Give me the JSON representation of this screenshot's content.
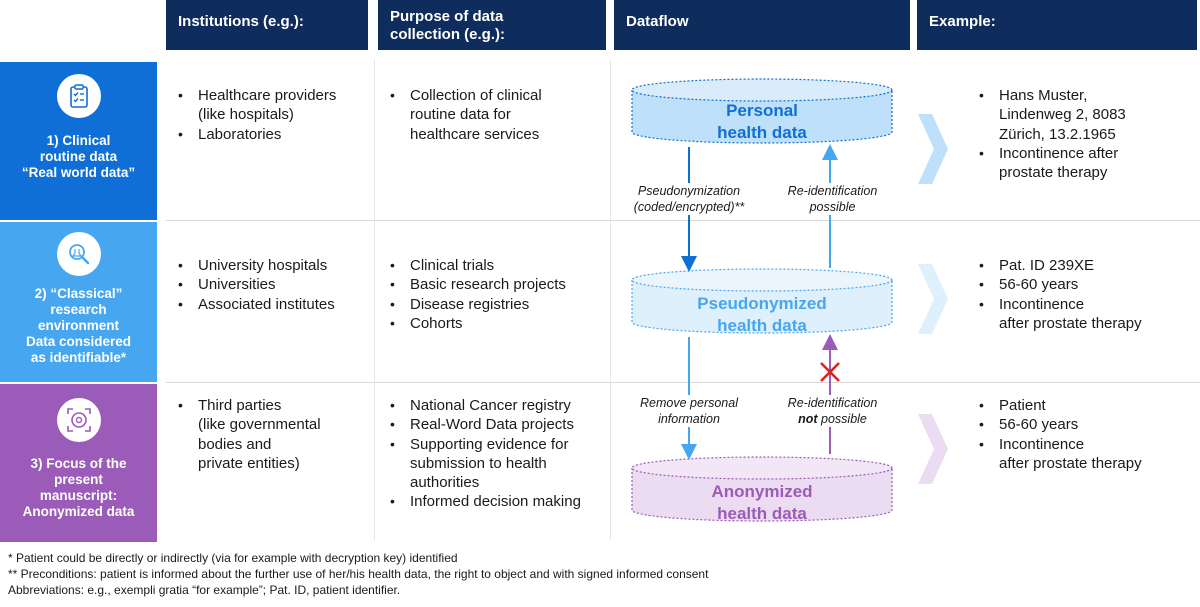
{
  "headers": {
    "institutions": "Institutions (e.g.):",
    "purpose_line1": "Purpose of data",
    "purpose_line2": "collection (e.g.):",
    "dataflow": "Dataflow",
    "example": "Example:"
  },
  "rows": [
    {
      "label_lines": [
        "1) Clinical",
        "routine data",
        "“Real world data”"
      ],
      "institutions": [
        "Healthcare providers",
        "(like hospitals)",
        "Laboratories"
      ],
      "purposes": [
        "Collection of clinical",
        "routine data for",
        "healthcare services"
      ],
      "examples": [
        "Hans Muster,",
        "Lindenweg 2, 8083",
        "Zürich, 13.2.1965",
        "Incontinence after",
        "prostate therapy"
      ],
      "icon": "clipboard-checklist-icon",
      "color": "#0f6fd6"
    },
    {
      "label_lines": [
        "2) “Classical”",
        "research",
        "environment",
        "Data considered",
        "as identifiable*"
      ],
      "institutions": [
        "University hospitals",
        "Universities",
        "Associated institutes"
      ],
      "purposes": [
        "Clinical trials",
        "Basic research projects",
        "Disease registries",
        "Cohorts"
      ],
      "examples": [
        "Pat. ID 239XE",
        "56-60 years",
        "Incontinence",
        "after prostate therapy"
      ],
      "icon": "magnifier-research-icon",
      "color": "#47a6f0"
    },
    {
      "label_lines": [
        "3) Focus of the",
        "present",
        "manuscript:",
        "Anonymized data"
      ],
      "institutions": [
        "Third parties",
        "(like governmental",
        "bodies and",
        "private entities)"
      ],
      "purposes": [
        "National Cancer registry",
        "Real-Word Data projects",
        "Supporting evidence for",
        "submission to health",
        "authorities",
        "Informed decision making"
      ],
      "examples": [
        "Patient",
        "56-60 years",
        "Incontinence",
        "after prostate therapy"
      ],
      "icon": "target-focus-icon",
      "color": "#9b5bb8"
    }
  ],
  "cylinders": [
    {
      "line1": "Personal",
      "line2": "health data"
    },
    {
      "line1": "Pseudonymized",
      "line2": "health data"
    },
    {
      "line1": "Anonymized",
      "line2": "health data"
    }
  ],
  "flows": {
    "pseudonymization_line1": "Pseudonymization",
    "pseudonymization_line2": "(coded/encrypted)**",
    "reid_line1": "Re-identification",
    "reid_line2": "possible",
    "remove_line1": "Remove personal",
    "remove_line2": "information",
    "reid_not_line1": "Re-identification",
    "reid_not_word": "not",
    "reid_not_rest": " possible"
  },
  "footnotes": {
    "note1": "*   Patient could be directly or indirectly (via for example with decryption key) identified",
    "note2": "** Preconditions: patient is informed about the further use of her/his health data, the right to object and with signed informed consent",
    "note3": "Abbreviations: e.g.,  exempli gratia “for example”; Pat. ID, patient identifier."
  },
  "colors": {
    "header": "#0f2d5c",
    "row1": "#0f6fd6",
    "row2": "#47a6f0",
    "row3": "#9b5bb8",
    "cross": "#e0221f"
  }
}
